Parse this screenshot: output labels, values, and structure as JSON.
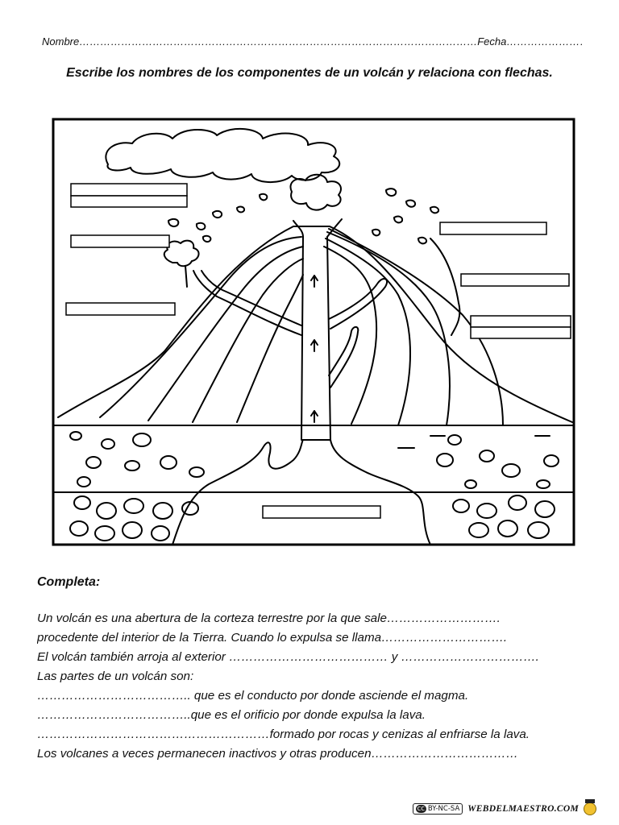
{
  "header": {
    "name_label": "Nombre……………………………………………………………………………………………………Fecha…………………………"
  },
  "instruction": "Escribe los nombres de los componentes de un volcán y relaciona con flechas.",
  "diagram": {
    "label_boxes_count": 9
  },
  "completa": {
    "title": "Completa:",
    "lines": [
      "Un volcán es una abertura de la corteza terrestre por la que sale……………………….",
      "procedente del interior de la Tierra. Cuando lo expulsa se llama………………………….",
      "El volcán también arroja al exterior ………………………………… y …………………………….",
      "Las partes de un volcán son:",
      "……………………………….. que es el conducto por donde asciende el magma.",
      "………………………………..que es el orificio por donde expulsa la lava.",
      "…………………………………………………formado por rocas y cenizas al enfriarse la lava.",
      "Los volcanes a veces permanecen inactivos y otras producen………………………………"
    ]
  },
  "footer": {
    "license": "BY-NC-SA",
    "license_cc": "cc",
    "site": "WEBDELMAESTRO.COM"
  }
}
